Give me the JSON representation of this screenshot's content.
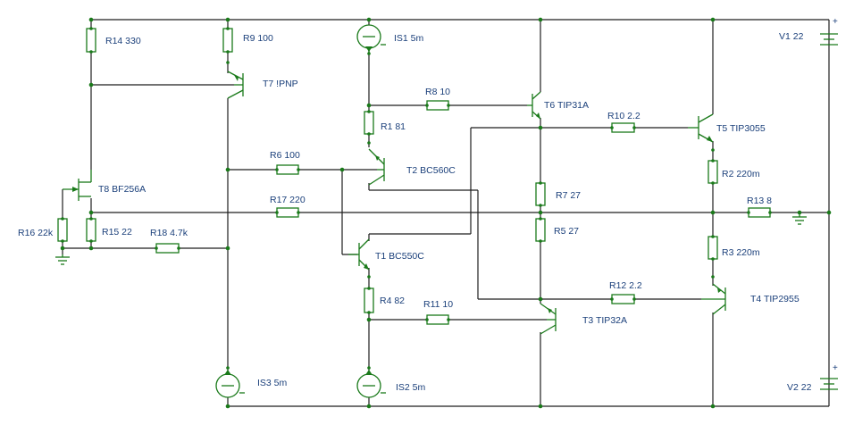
{
  "components": {
    "R14": "R14 330",
    "R9": "R9 100",
    "IS1": "IS1 5m",
    "V1": "V1 22",
    "T7": "T7 !PNP",
    "R8": "R8 10",
    "T6": "T6 TIP31A",
    "R1": "R1 81",
    "R10": "R10 2.2",
    "T5": "T5 TIP3055",
    "R6": "R6 100",
    "T2": "T2 BC560C",
    "R2": "R2 220m",
    "T8": "T8 BF256A",
    "R7": "R7 27",
    "R17": "R17 220",
    "R13": "R13 8",
    "R16": "R16 22k",
    "R15": "R15 22",
    "R18": "R18 4.7k",
    "R5": "R5 27",
    "T1": "T1 BC550C",
    "R3": "R3 220m",
    "R12": "R12 2.2",
    "T4": "T4 TIP2955",
    "R4": "R4 82",
    "R11": "R11 10",
    "T3": "T3 TIP32A",
    "IS3": "IS3 5m",
    "IS2": "IS2 5m",
    "V2": "V2 22"
  },
  "polarity": {
    "v1_plus": "+",
    "v2_plus": "+"
  },
  "colors": {
    "wire": "#1e1e1e",
    "component": "#1a7a1a",
    "label": "#1a3f7a"
  }
}
